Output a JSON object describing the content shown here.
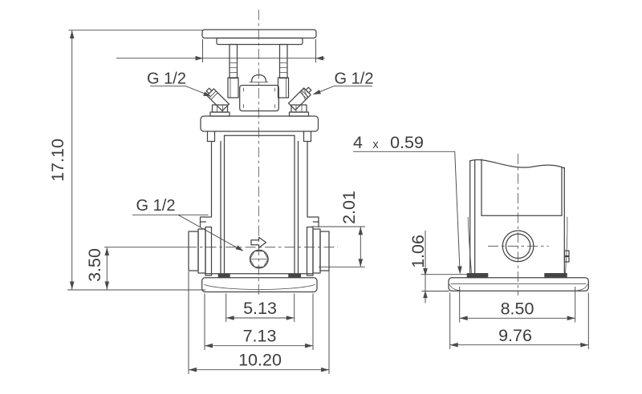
{
  "drawing": {
    "type": "technical-dimensional-drawing",
    "subject": "vertical multistage pump, front and side views",
    "colors": {
      "background": "#ffffff",
      "line": "#454545",
      "dimension": "#4a4a4a",
      "text": "#3d3d3d"
    }
  },
  "labels": {
    "gauge_port_top_left": "G 1/2",
    "gauge_port_top_right": "G 1/2",
    "drain_port": "G 1/2"
  },
  "dimensions": {
    "overall_height": "17.10",
    "port_center_to_base": "3.50",
    "port_block_height": "2.01",
    "foot_hole_spacing": "5.13",
    "base_width_front": "7.13",
    "port_to_port_length": "10.20",
    "base_hole_count": "4",
    "base_hole_times": "x",
    "base_hole_diameter": "0.59",
    "base_plate_height": "1.06",
    "foot_span_side": "8.50",
    "base_width_side": "9.76"
  }
}
